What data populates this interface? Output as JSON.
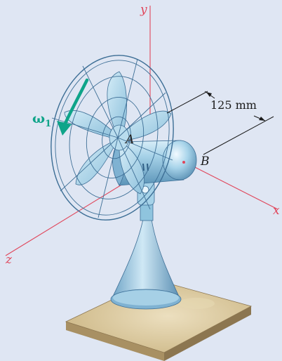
{
  "axes": {
    "x": "x",
    "y": "y",
    "z": "z"
  },
  "points": {
    "A": "A",
    "B": "B"
  },
  "dimension": {
    "label": "125 mm"
  },
  "angular_velocity": {
    "symbol": "ω",
    "subscript": "1"
  },
  "colors": {
    "background": "#dfe6f3",
    "axis": "#e0455a",
    "omega_arrow": "#0fa489",
    "fan_body": "#8fc4de",
    "base_top": "#d6c59b",
    "cage": "#3e6f96"
  }
}
